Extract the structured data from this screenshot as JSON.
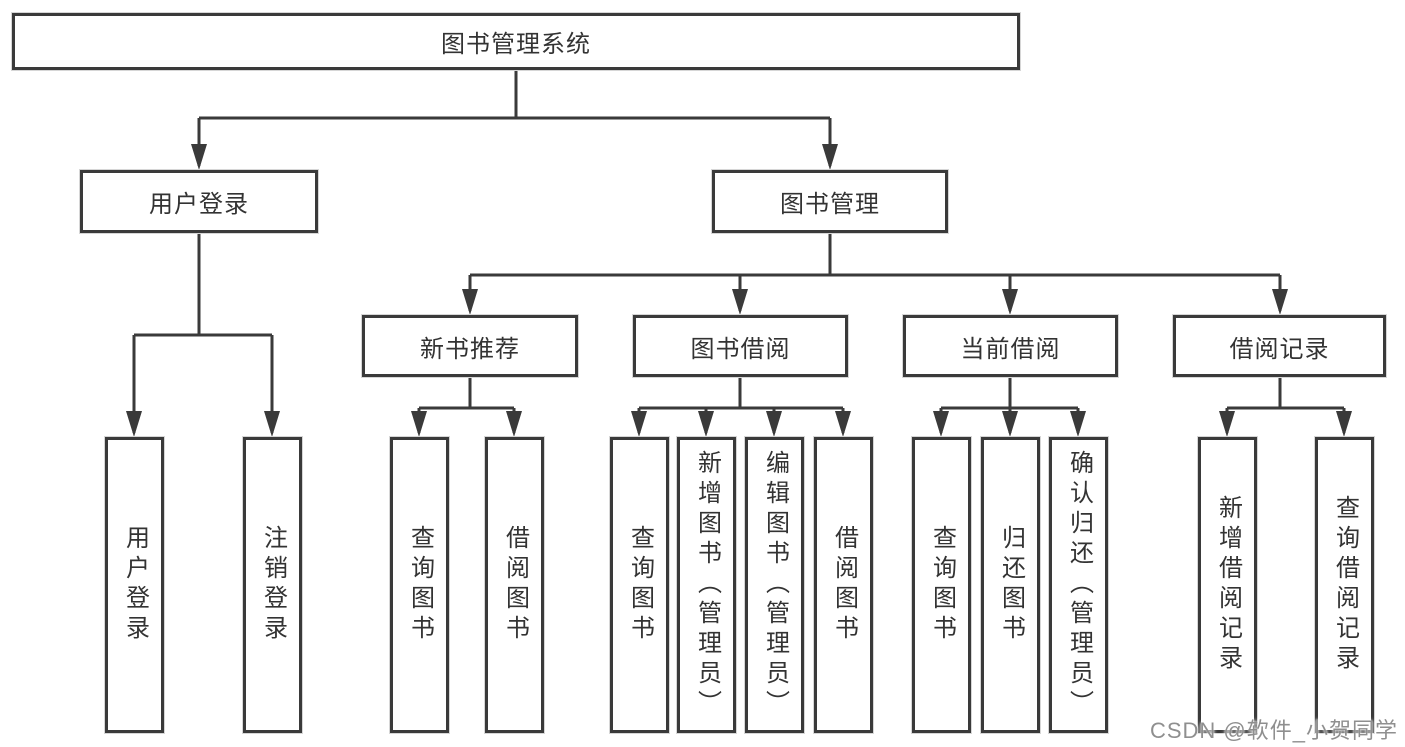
{
  "tree": {
    "label": "图书管理系统",
    "children": [
      {
        "label": "用户登录",
        "children": [
          {
            "label": "用户登录"
          },
          {
            "label": "注销登录"
          }
        ]
      },
      {
        "label": "图书管理",
        "children": [
          {
            "label": "新书推荐",
            "children": [
              {
                "label": "查询图书"
              },
              {
                "label": "借阅图书"
              }
            ]
          },
          {
            "label": "图书借阅",
            "children": [
              {
                "label": "查询图书"
              },
              {
                "label": "新增图书（管理员）"
              },
              {
                "label": "编辑图书（管理员）"
              },
              {
                "label": "借阅图书"
              }
            ]
          },
          {
            "label": "当前借阅",
            "children": [
              {
                "label": "查询图书"
              },
              {
                "label": "归还图书"
              },
              {
                "label": "确认归还（管理员）"
              }
            ]
          },
          {
            "label": "借阅记录",
            "children": [
              {
                "label": "新增借阅记录"
              },
              {
                "label": "查询借阅记录"
              }
            ]
          }
        ]
      }
    ]
  },
  "watermark": {
    "text": "CSDN @软件_小贺同学"
  },
  "colors": {
    "line": "#3a3a3a",
    "box_border": "#3a3a3a",
    "box_fill": "#ffffff",
    "text": "#333333",
    "watermark": "#8f8f8f"
  }
}
